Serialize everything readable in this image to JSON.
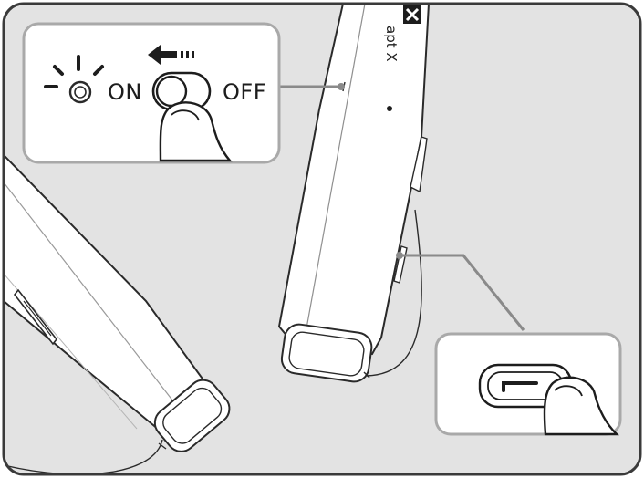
{
  "illustration": {
    "power_switch": {
      "on_label": "ON",
      "off_label": "OFF",
      "slide_direction": "left",
      "state": "on"
    },
    "brand_logo": "apt X",
    "frame_color": "#3a3a3a",
    "background_color": "#e3e3e3",
    "callout_line_color": "#8a8a8a"
  }
}
